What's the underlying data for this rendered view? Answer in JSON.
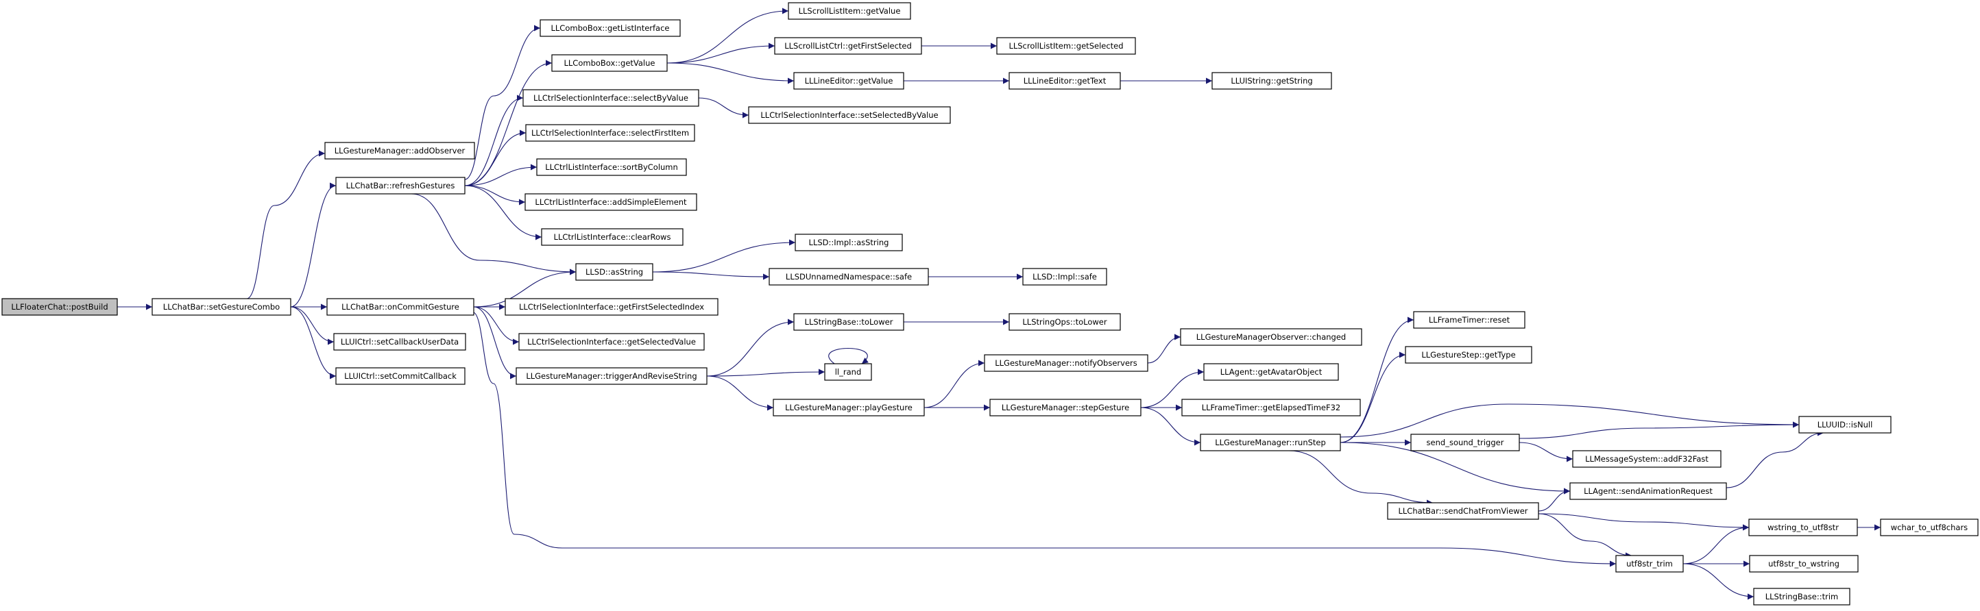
{
  "diagram": {
    "type": "call-graph",
    "colors": {
      "edge": "#191970",
      "root_fill": "#bfbfbf",
      "node_fill": "#ffffff",
      "node_border": "#000000",
      "truncated_border": "#ff0000"
    },
    "nodes": [
      {
        "id": "n0",
        "label": "LLFloaterChat::postBuild",
        "root": true
      },
      {
        "id": "n1",
        "label": "LLChatBar::setGestureCombo"
      },
      {
        "id": "n2",
        "label": "LLGestureManager::addObserver"
      },
      {
        "id": "n3",
        "label": "LLChatBar::refreshGestures"
      },
      {
        "id": "n4",
        "label": "LLChatBar::onCommitGesture"
      },
      {
        "id": "n5",
        "label": "LLUICtrl::setCallbackUserData"
      },
      {
        "id": "n6",
        "label": "LLUICtrl::setCommitCallback"
      },
      {
        "id": "n7",
        "label": "LLComboBox::getListInterface"
      },
      {
        "id": "n8",
        "label": "LLComboBox::getValue"
      },
      {
        "id": "n9",
        "label": "LLCtrlSelectionInterface::selectByValue"
      },
      {
        "id": "n10",
        "label": "LLCtrlSelectionInterface::selectFirstItem"
      },
      {
        "id": "n11",
        "label": "LLCtrlListInterface::sortByColumn"
      },
      {
        "id": "n12",
        "label": "LLCtrlListInterface::addSimpleElement"
      },
      {
        "id": "n13",
        "label": "LLCtrlListInterface::clearRows"
      },
      {
        "id": "n14",
        "label": "LLSD::asString"
      },
      {
        "id": "n15",
        "label": "LLCtrlSelectionInterface::getFirstSelectedIndex"
      },
      {
        "id": "n16",
        "label": "LLCtrlSelectionInterface::getSelectedValue"
      },
      {
        "id": "n17",
        "label": "LLGestureManager::triggerAndReviseString"
      },
      {
        "id": "n18",
        "label": "LLScrollListItem::getValue"
      },
      {
        "id": "n19",
        "label": "LLScrollListCtrl::getFirstSelected"
      },
      {
        "id": "n20",
        "label": "LLLineEditor::getValue"
      },
      {
        "id": "n21",
        "label": "LLCtrlSelectionInterface::setSelectedByValue"
      },
      {
        "id": "n22",
        "label": "LLSD::Impl::asString"
      },
      {
        "id": "n23",
        "label": "LLSDUnnamedNamespace::safe"
      },
      {
        "id": "n24",
        "label": "LLStringBase::toLower"
      },
      {
        "id": "n25",
        "label": "ll_rand"
      },
      {
        "id": "n26",
        "label": "LLGestureManager::playGesture"
      },
      {
        "id": "n27",
        "label": "LLScrollListItem::getSelected"
      },
      {
        "id": "n28",
        "label": "LLLineEditor::getText"
      },
      {
        "id": "n29",
        "label": "LLSD::Impl::safe"
      },
      {
        "id": "n30",
        "label": "LLStringOps::toLower"
      },
      {
        "id": "n31",
        "label": "LLGestureManager::notifyObservers"
      },
      {
        "id": "n32",
        "label": "LLGestureManager::stepGesture"
      },
      {
        "id": "n33",
        "label": "LLUIString::getString"
      },
      {
        "id": "n34",
        "label": "LLGestureManagerObserver::changed"
      },
      {
        "id": "n35",
        "label": "LLAgent::getAvatarObject"
      },
      {
        "id": "n36",
        "label": "LLFrameTimer::getElapsedTimeF32"
      },
      {
        "id": "n37",
        "label": "LLGestureManager::runStep"
      },
      {
        "id": "n38",
        "label": "LLChatBar::sendChatFromViewer",
        "truncated": true
      },
      {
        "id": "n39",
        "label": "LLFrameTimer::reset"
      },
      {
        "id": "n40",
        "label": "LLGestureStep::getType"
      },
      {
        "id": "n41",
        "label": "send_sound_trigger",
        "truncated": true
      },
      {
        "id": "n42",
        "label": "LLAgent::sendAnimationRequest",
        "truncated": true
      },
      {
        "id": "n43",
        "label": "utf8str_trim"
      },
      {
        "id": "n44",
        "label": "LLMessageSystem::addF32Fast",
        "truncated": true
      },
      {
        "id": "n45",
        "label": "LLUUID::isNull"
      },
      {
        "id": "n46",
        "label": "wstring_to_utf8str"
      },
      {
        "id": "n47",
        "label": "utf8str_to_wstring"
      },
      {
        "id": "n48",
        "label": "LLStringBase::trim"
      },
      {
        "id": "n49",
        "label": "wchar_to_utf8chars"
      }
    ],
    "edges": [
      [
        "n0",
        "n1"
      ],
      [
        "n1",
        "n2"
      ],
      [
        "n1",
        "n3"
      ],
      [
        "n1",
        "n4"
      ],
      [
        "n1",
        "n5"
      ],
      [
        "n1",
        "n6"
      ],
      [
        "n3",
        "n7"
      ],
      [
        "n3",
        "n8"
      ],
      [
        "n3",
        "n9"
      ],
      [
        "n3",
        "n10"
      ],
      [
        "n3",
        "n11"
      ],
      [
        "n3",
        "n12"
      ],
      [
        "n3",
        "n13"
      ],
      [
        "n3",
        "n14"
      ],
      [
        "n4",
        "n14"
      ],
      [
        "n4",
        "n15"
      ],
      [
        "n4",
        "n16"
      ],
      [
        "n4",
        "n17"
      ],
      [
        "n4",
        "n43"
      ],
      [
        "n8",
        "n18"
      ],
      [
        "n8",
        "n19"
      ],
      [
        "n8",
        "n20"
      ],
      [
        "n9",
        "n21"
      ],
      [
        "n14",
        "n22"
      ],
      [
        "n14",
        "n23"
      ],
      [
        "n17",
        "n24"
      ],
      [
        "n17",
        "n25"
      ],
      [
        "n17",
        "n26"
      ],
      [
        "n19",
        "n27"
      ],
      [
        "n20",
        "n28"
      ],
      [
        "n23",
        "n29"
      ],
      [
        "n24",
        "n30"
      ],
      [
        "n25",
        "n25"
      ],
      [
        "n26",
        "n31"
      ],
      [
        "n26",
        "n32"
      ],
      [
        "n28",
        "n33"
      ],
      [
        "n31",
        "n34"
      ],
      [
        "n32",
        "n35"
      ],
      [
        "n32",
        "n36"
      ],
      [
        "n32",
        "n37"
      ],
      [
        "n37",
        "n38"
      ],
      [
        "n37",
        "n39"
      ],
      [
        "n37",
        "n40"
      ],
      [
        "n37",
        "n41"
      ],
      [
        "n37",
        "n42"
      ],
      [
        "n37",
        "n45"
      ],
      [
        "n38",
        "n42"
      ],
      [
        "n38",
        "n43"
      ],
      [
        "n38",
        "n46"
      ],
      [
        "n41",
        "n44"
      ],
      [
        "n41",
        "n45"
      ],
      [
        "n42",
        "n45"
      ],
      [
        "n43",
        "n46"
      ],
      [
        "n43",
        "n47"
      ],
      [
        "n43",
        "n48"
      ],
      [
        "n46",
        "n49"
      ]
    ]
  }
}
